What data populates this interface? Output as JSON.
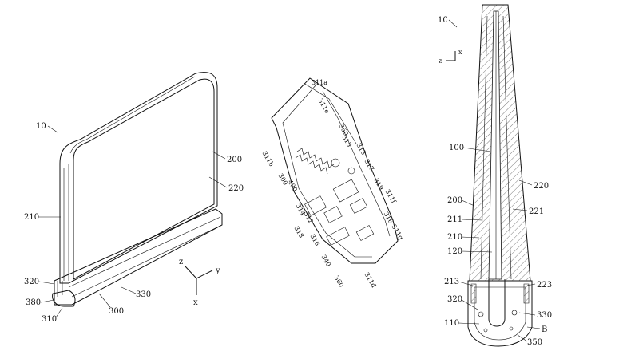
{
  "figures": {
    "left": {
      "ref_main": "10",
      "labels": [
        "200",
        "220",
        "210",
        "320",
        "380",
        "310",
        "300",
        "330"
      ],
      "axes": {
        "z": "z",
        "y": "y",
        "x": "x"
      }
    },
    "middle": {
      "labels": [
        "311a",
        "311e",
        "350",
        "315",
        "313",
        "317",
        "319",
        "311f",
        "311b",
        "300",
        "400",
        "314",
        "312",
        "318",
        "316",
        "316",
        "311g",
        "340",
        "360",
        "311d"
      ]
    },
    "right": {
      "ref_main": "10",
      "axes": {
        "x": "x",
        "z": "z"
      },
      "labels": [
        "100",
        "220",
        "200",
        "221",
        "211",
        "210",
        "120",
        "213",
        "223",
        "320",
        "330",
        "110",
        "B",
        "350"
      ]
    }
  }
}
